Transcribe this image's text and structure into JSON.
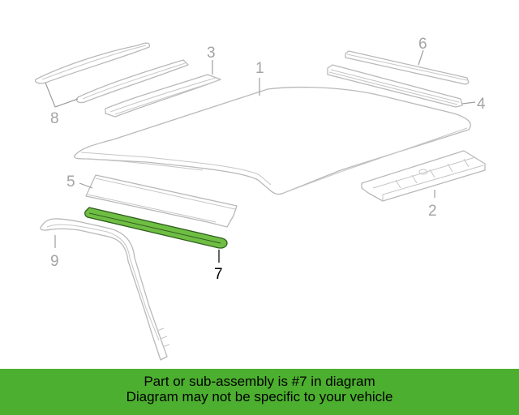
{
  "colors": {
    "banner": "#4caf2f",
    "highlight": "#6fbe44",
    "part_outline": "#b9b9b9",
    "label_inactive": "#a4a4a4",
    "label_active": "#000000"
  },
  "diagram": {
    "highlighted_part": "7",
    "callouts": [
      "1",
      "2",
      "3",
      "4",
      "5",
      "6",
      "7",
      "8",
      "9"
    ]
  },
  "banner": {
    "line1": "Part or sub-assembly is #7 in diagram",
    "line2": "Diagram may not be specific to your vehicle"
  }
}
